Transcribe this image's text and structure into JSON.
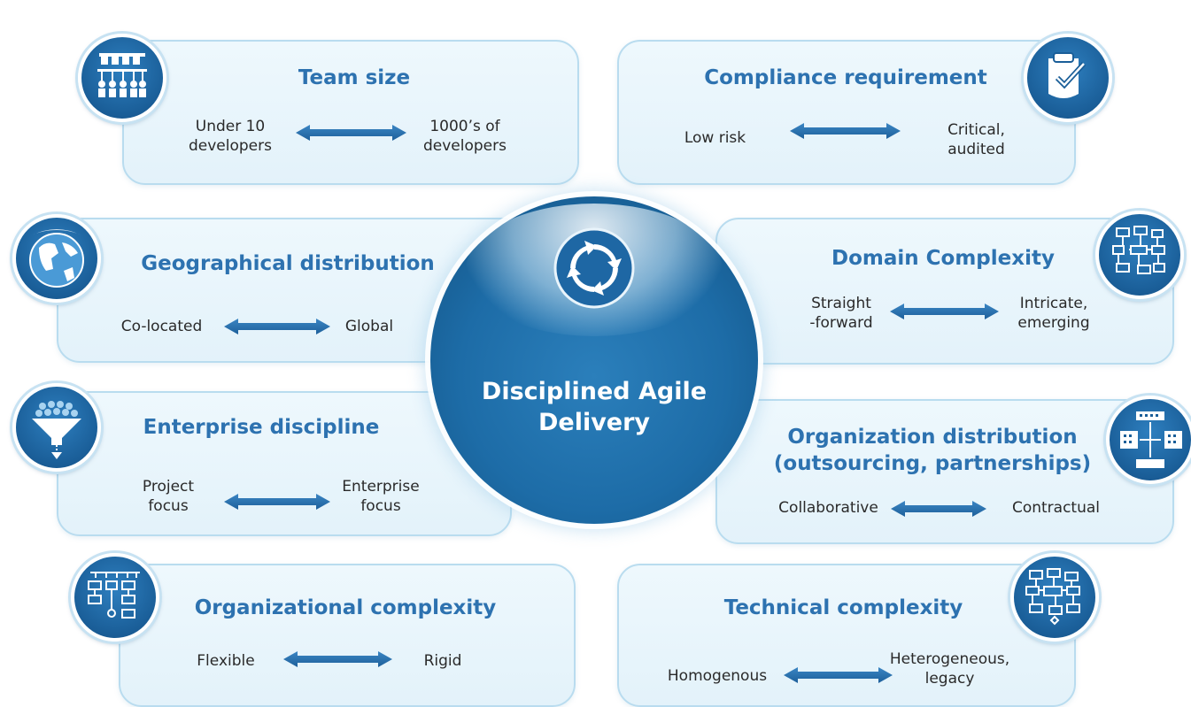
{
  "center": {
    "title": "Disciplined Agile\nDelivery",
    "icon": "cycle-arrows-icon"
  },
  "cards": {
    "team_size": {
      "title": "Team size",
      "left": "Under 10\ndevelopers",
      "right": "1000’s of\ndevelopers",
      "icon": "team-hierarchy-icon"
    },
    "compliance": {
      "title": "Compliance requirement",
      "left": "Low risk",
      "right": "Critical,\naudited",
      "icon": "checklist-icon"
    },
    "geographical": {
      "title": "Geographical distribution",
      "left": "Co-located",
      "right": "Global",
      "icon": "globe-icon"
    },
    "domain": {
      "title": "Domain Complexity",
      "left": "Straight\n-forward",
      "right": "Intricate,\nemerging",
      "icon": "flowchart-icon"
    },
    "enterprise": {
      "title": "Enterprise discipline",
      "left": "Project\nfocus",
      "right": "Enterprise\nfocus",
      "icon": "funnel-icon"
    },
    "org_distribution": {
      "title": "Organization distribution\n(outsourcing, partnerships)",
      "left": "Collaborative",
      "right": "Contractual",
      "icon": "buildings-icon"
    },
    "org_complexity": {
      "title": "Organizational complexity",
      "left": "Flexible",
      "right": "Rigid",
      "icon": "org-chart-icon"
    },
    "technical": {
      "title": "Technical complexity",
      "left": "Homogenous",
      "right": "Heterogeneous,\nlegacy",
      "icon": "system-diagram-icon"
    }
  },
  "colors": {
    "title": "#2d72b0",
    "arrow": "#2b73b0",
    "card_border": "#b9dcef",
    "card_fill": "#e8f5fb",
    "center": "#1d6ca7"
  }
}
